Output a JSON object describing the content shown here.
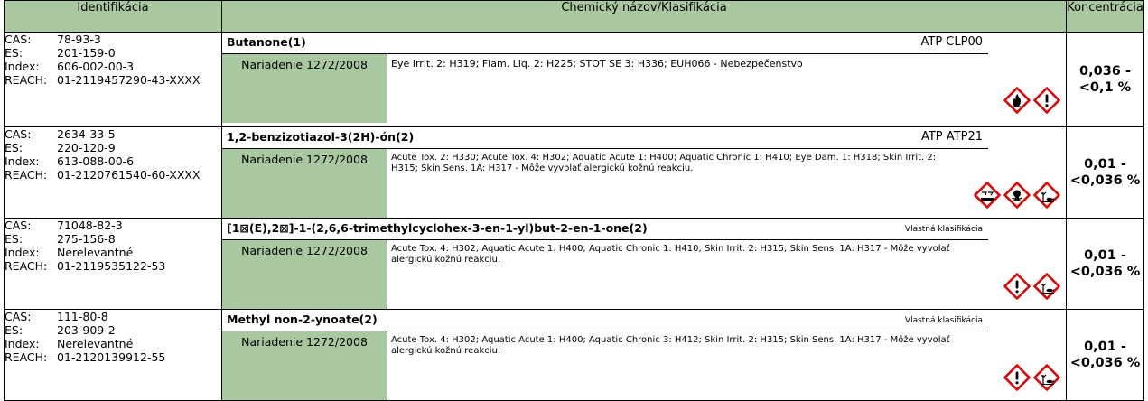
{
  "header": {
    "col1": "Identifikácia",
    "col2": "Chemický názov/Klasifikácia",
    "col3": "Koncentrácia"
  },
  "labels": {
    "cas": "CAS:",
    "es": "ES:",
    "index": "Index:",
    "reach": "REACH:"
  },
  "rows": [
    {
      "cas": "78-93-3",
      "es": "201-159-0",
      "index": "606-002-00-3",
      "reach": "01-2119457290-43-XXXX",
      "name": "Butanone(1)",
      "source": "ATP CLP00",
      "regulation": "Nariadenie 1272/2008",
      "classification": "Eye Irrit. 2: H319; Flam. Liq. 2: H225; STOT SE 3: H336; EUH066 - Nebezpečenstvo",
      "pictograms": [
        "flame-icon",
        "exclamation-icon"
      ],
      "concentration": "0,036 - <0,1 %"
    },
    {
      "cas": "2634-33-5",
      "es": "220-120-9",
      "index": "613-088-00-6",
      "reach": "01-2120761540-60-XXXX",
      "name": "1,2-benzizotiazol-3(2H)-ón(2)",
      "source": "ATP ATP21",
      "regulation": "Nariadenie 1272/2008",
      "classification": "Acute Tox. 2: H330; Acute Tox. 4: H302; Aquatic Acute 1: H400; Aquatic Chronic 1: H410; Eye Dam. 1: H318; Skin Irrit. 2: H315; Skin Sens. 1A: H317 - Môže vyvolať alergickú kožnú reakciu.",
      "pictograms": [
        "corrosion-icon",
        "skull-icon",
        "environment-icon"
      ],
      "concentration": "0,01 - <0,036 %"
    },
    {
      "cas": "71048-82-3",
      "es": "275-156-8",
      "index": "Nerelevantné",
      "reach": "01-2119535122-53",
      "name": "[1⊠(E),2⊠]-1-(2,6,6-trimethylcyclohex-3-en-1-yl)but-2-en-1-one(2)",
      "source": "Vlastná klasifikácia",
      "regulation": "Nariadenie 1272/2008",
      "classification": "Acute Tox. 4: H302; Aquatic Acute 1: H400; Aquatic Chronic 1: H410; Skin Irrit. 2: H315; Skin Sens. 1A: H317 - Môže vyvolať alergickú kožnú reakciu.",
      "pictograms": [
        "exclamation-icon",
        "environment-icon"
      ],
      "concentration": "0,01 - <0,036 %"
    },
    {
      "cas": "111-80-8",
      "es": "203-909-2",
      "index": "Nerelevantné",
      "reach": "01-2120139912-55",
      "name": "Methyl non-2-ynoate(2)",
      "source": "Vlastná klasifikácia",
      "regulation": "Nariadenie 1272/2008",
      "classification": "Acute Tox. 4: H302; Aquatic Acute 1: H400; Aquatic Chronic 3: H412; Skin Irrit. 2: H315; Skin Sens. 1A: H317 - Môže vyvolať alergickú kožnú reakciu.",
      "pictograms": [
        "exclamation-icon",
        "environment-icon"
      ],
      "concentration": "0,01 - <0,036 %"
    }
  ]
}
